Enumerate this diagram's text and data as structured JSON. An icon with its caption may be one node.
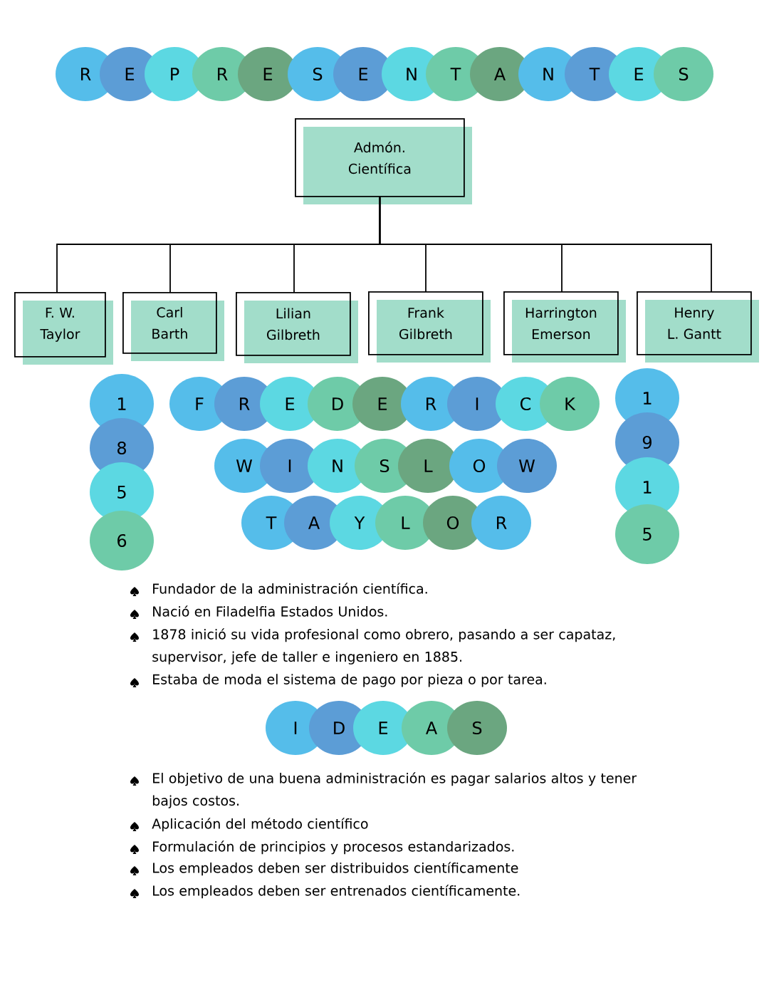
{
  "diagram": {
    "nodes": [
      {
        "text": [
          "Admón. Científica"
        ]
      },
      {
        "text": [
          "F. W. Taylor"
        ]
      },
      {
        "text": [
          "Carl Barth"
        ]
      },
      {
        "text": [
          "Lilian Gilbreth"
        ]
      },
      {
        "text": [
          "Frank Gilbreth"
        ]
      },
      {
        "text": [
          "Harrington Emerson"
        ]
      },
      {
        "text": [
          "Henry L. Gantt"
        ]
      }
    ],
    "edges": [
      {
        "from": 0,
        "to": 1,
        "arrow": "none"
      },
      {
        "from": 0,
        "to": 2,
        "arrow": "none"
      },
      {
        "from": 0,
        "to": 3,
        "arrow": "none"
      },
      {
        "from": 0,
        "to": 4,
        "arrow": "none"
      },
      {
        "from": 0,
        "to": 5,
        "arrow": "none"
      },
      {
        "from": 0,
        "to": 6,
        "arrow": "none"
      }
    ],
    "labels": [
      "R",
      "E",
      "P",
      "R",
      "E",
      "S",
      "E",
      "N",
      "T",
      "A",
      "N",
      "T",
      "E",
      "S",
      "1",
      "8",
      "5",
      "6",
      "F",
      "R",
      "E",
      "D",
      "E",
      "R",
      "I",
      "C",
      "K",
      "W",
      "I",
      "N",
      "S",
      "L",
      "O",
      "W",
      "T",
      "A",
      "Y",
      "L",
      "O",
      "R",
      "1",
      "9",
      "1",
      "5",
      "Fundador de la administración científica.",
      "Nació en Filadelfia Estados Unidos.",
      "1878 inició su vida profesional como obrero, pasando a ser capataz, supervisor, jefe de taller e ingeniero en 1885.",
      "Estaba de moda el sistema de pago por pieza o por tarea.",
      "I",
      "D",
      "E",
      "A",
      "S",
      "El objetivo de una buena administración es pagar salarios altos y tener bajos costos.",
      "Aplicación del método científico",
      "Formulación de principios y procesos estandarizados.",
      "Los empleados deben ser distribuidos científicamente",
      "Los empleados deben ser entrenados científicamente."
    ]
  }
}
